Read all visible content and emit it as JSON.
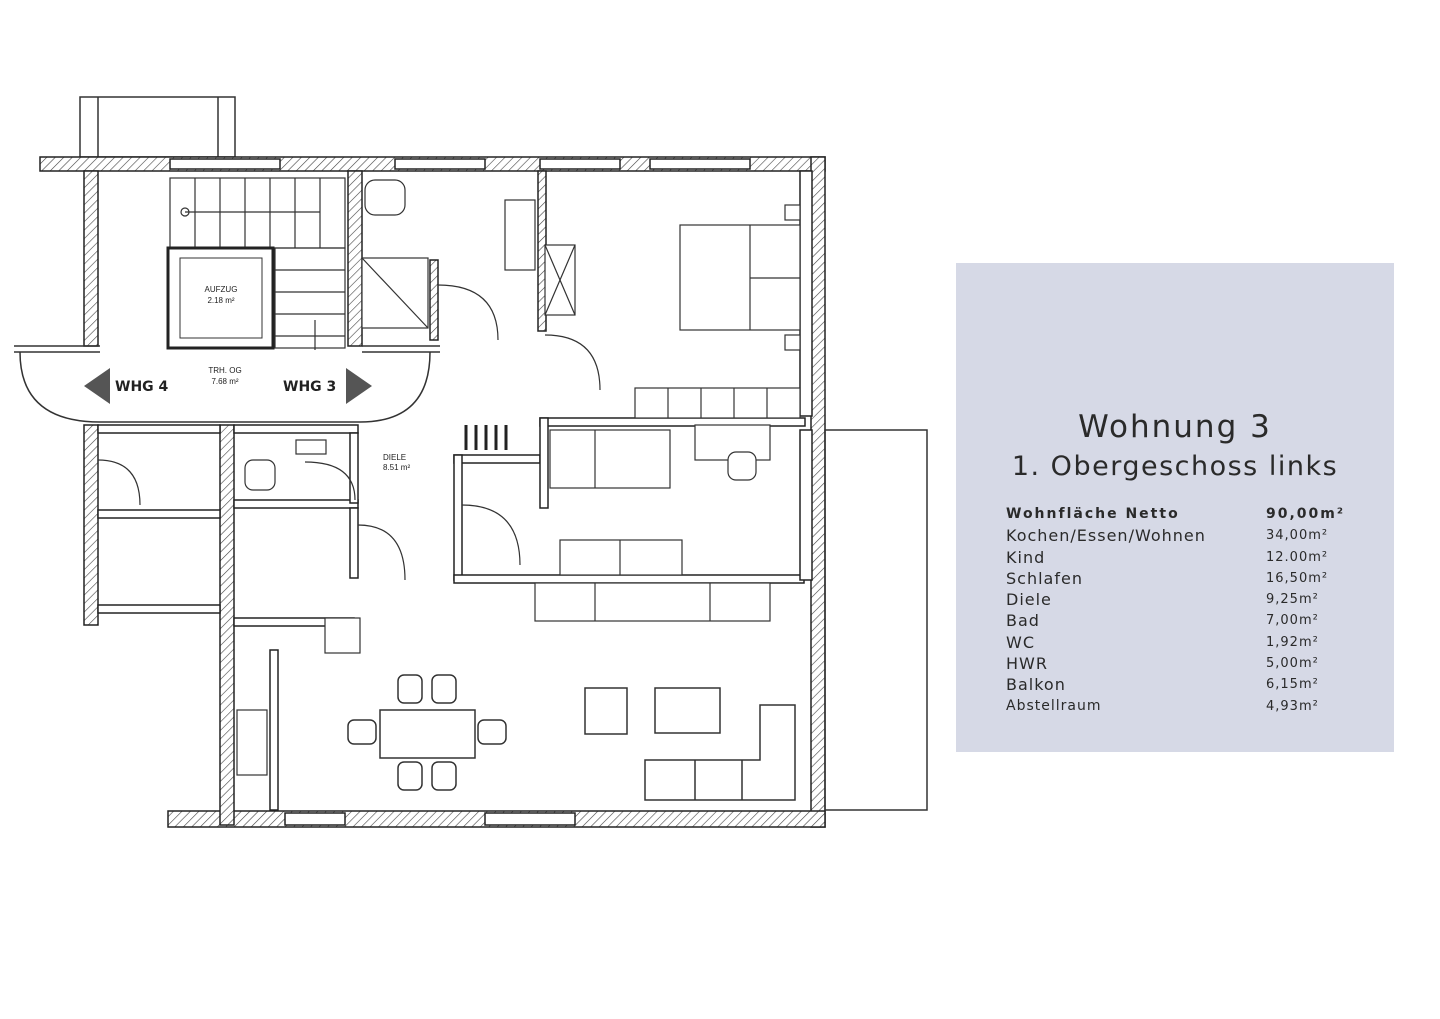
{
  "plan": {
    "whg4_label": "WHG 4",
    "whg3_label": "WHG 3",
    "aufzug_label": "AUFZUG",
    "aufzug_area": "2.18 m²",
    "trh_label": "TRH. OG",
    "trh_area": "7.68 m²",
    "diele_label": "DIELE",
    "diele_area": "8.51 m²"
  },
  "info": {
    "title": "Wohnung 3",
    "subtitle": "1. Obergeschoss links",
    "total": {
      "label": "Wohnfläche Netto",
      "value": "90,00m²"
    },
    "rooms": [
      {
        "label": "Kochen/Essen/Wohnen",
        "value": "34,00m²"
      },
      {
        "label": "Kind",
        "value": "12.00m²"
      },
      {
        "label": "Schlafen",
        "value": "16,50m²"
      },
      {
        "label": "Diele",
        "value": "9,25m²"
      },
      {
        "label": "Bad",
        "value": "7,00m²"
      },
      {
        "label": "WC",
        "value": "1,92m²"
      },
      {
        "label": "HWR",
        "value": "5,00m²"
      },
      {
        "label": "Balkon",
        "value": "6,15m²"
      },
      {
        "label": "Abstellraum",
        "value": "4,93m²"
      }
    ]
  }
}
